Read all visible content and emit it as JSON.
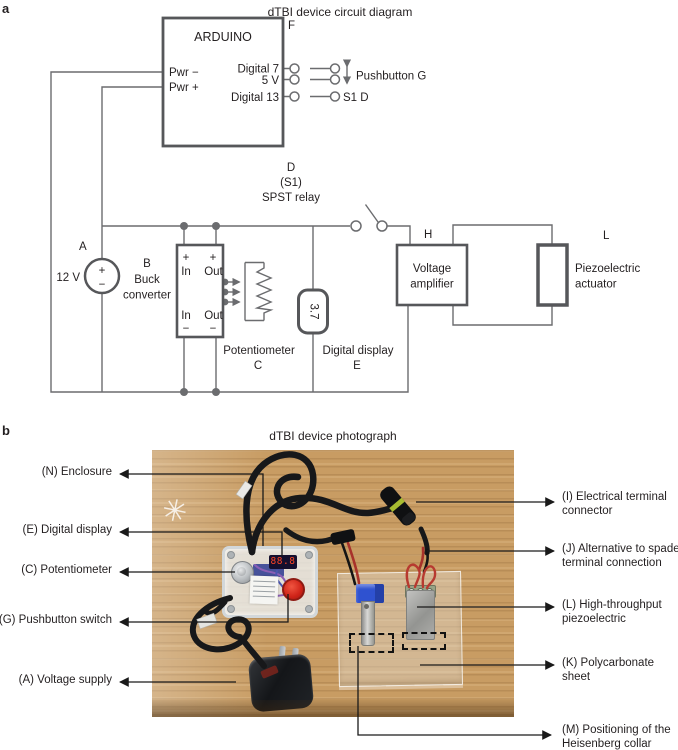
{
  "figure": {
    "colors": {
      "wire_gray": "#6b6c6f",
      "box_border_gray": "#56575a",
      "text": "#231f20",
      "wood_tan": "#c89c63",
      "pushbutton_red": "#cf2318",
      "terminal_blue": "#2f52d0",
      "seven_segment_red": "#ff4524"
    }
  },
  "circuit": {
    "panel_label": "a",
    "title": "dTBI device circuit diagram",
    "arduino": {
      "name": "ARDUINO",
      "f_label": "F",
      "pwr_minus": "Pwr −",
      "pwr_plus": "Pwr +",
      "pin_digital7": "Digital 7",
      "pin_5v": "5 V",
      "pin_digital13": "Digital 13"
    },
    "pushbutton_label": "Pushbutton G",
    "s1d_label": "S1 D",
    "relay": {
      "d": "D",
      "s1": "(S1)",
      "name": "SPST relay"
    },
    "supply": {
      "label": "A",
      "voltage": "12 V",
      "plus": "+",
      "minus": "−"
    },
    "buck": {
      "label": "B",
      "line1": "Buck",
      "line2": "converter",
      "in": "In",
      "out": "Out",
      "plus": "+",
      "minus": "−"
    },
    "potentiometer": {
      "name": "Potentiometer",
      "label": "C"
    },
    "display": {
      "value": "3.7",
      "name": "Digital display",
      "label": "E"
    },
    "amplifier": {
      "label": "H",
      "line1": "Voltage",
      "line2": "amplifier"
    },
    "piezo": {
      "label": "L",
      "line1": "Piezoelectric",
      "line2": "actuator"
    }
  },
  "photo": {
    "panel_label": "b",
    "title": "dTBI device photograph",
    "enclosure_display": "88.8",
    "labels_left": [
      "(N) Enclosure",
      "(E) Digital display",
      "(C) Potentiometer",
      "(G) Pushbutton switch",
      "(A) Voltage supply"
    ],
    "labels_right": [
      {
        "line1": "(I) Electrical terminal",
        "line2": "connector"
      },
      {
        "line1": "(J) Alternative to spade",
        "line2": "terminal connection"
      },
      {
        "line1": "(L) High-throughput",
        "line2": "piezoelectric"
      },
      {
        "line1": "(K) Polycarbonate",
        "line2": "sheet"
      },
      {
        "line1": "(M) Positioning of the",
        "line2": "Heisenberg collar"
      }
    ]
  }
}
